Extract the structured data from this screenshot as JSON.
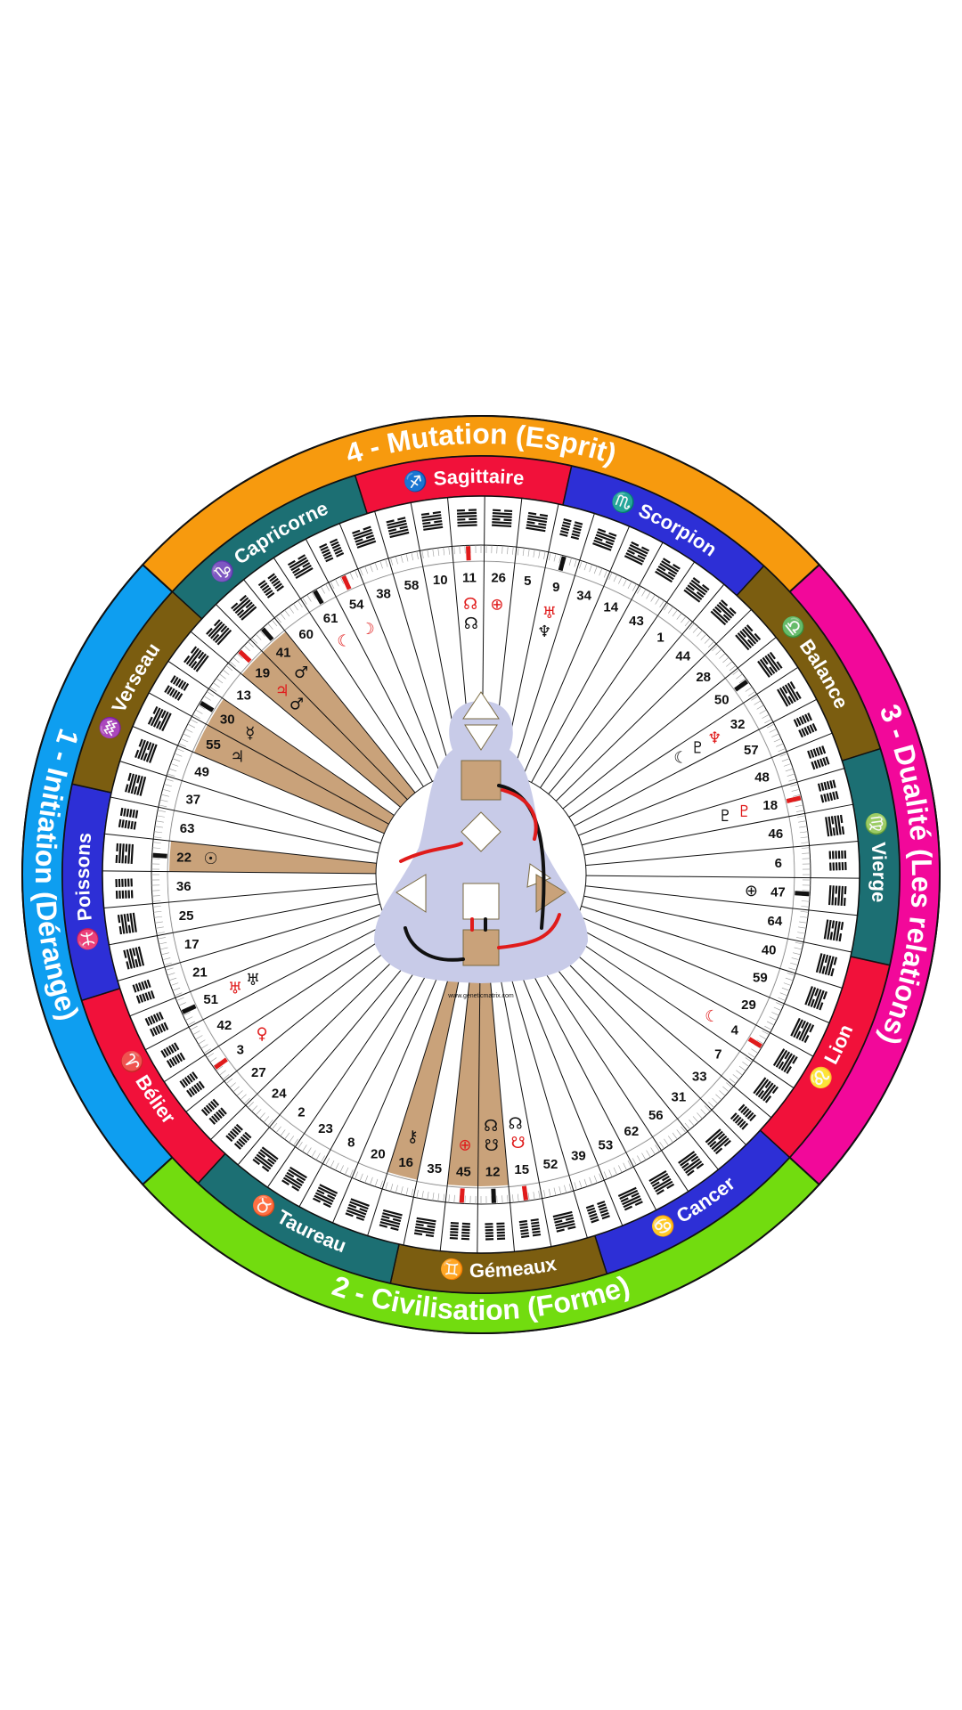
{
  "quarters": [
    {
      "label": "1 - Initiation (Dérange)",
      "color": "#0e9ef0"
    },
    {
      "label": "2 - Civilisation (Forme)",
      "color": "#72dc0f"
    },
    {
      "label": "3 - Dualité (Les relations)",
      "color": "#f2089a"
    },
    {
      "label": "4 - Mutation (Esprit)",
      "color": "#f79a0e"
    }
  ],
  "signs": [
    {
      "name": "Capricorne",
      "symbol": "♑",
      "color": "#1c6f73"
    },
    {
      "name": "Sagittaire",
      "symbol": "♐",
      "color": "#f1113a"
    },
    {
      "name": "Scorpion",
      "symbol": "♏",
      "color": "#2d2fd6"
    },
    {
      "name": "Balance",
      "symbol": "♎",
      "color": "#7b5d10"
    },
    {
      "name": "Vierge",
      "symbol": "♍",
      "color": "#1c6f73"
    },
    {
      "name": "Lion",
      "symbol": "♌",
      "color": "#f1113a"
    },
    {
      "name": "Cancer",
      "symbol": "♋",
      "color": "#2d2fd6"
    },
    {
      "name": "Gémeaux",
      "symbol": "♊",
      "color": "#7b5d10"
    },
    {
      "name": "Taureau",
      "symbol": "♉",
      "color": "#1c6f73"
    },
    {
      "name": "Bélier",
      "symbol": "♈",
      "color": "#f1113a"
    },
    {
      "name": "Poissons",
      "symbol": "♓",
      "color": "#2d2fd6"
    },
    {
      "name": "Verseau",
      "symbol": "♒",
      "color": "#7b5d10"
    }
  ],
  "gates": [
    "10",
    "11",
    "26",
    "5",
    "9",
    "34",
    "14",
    "43",
    "1",
    "44",
    "28",
    "50",
    "32",
    "57",
    "48",
    "18",
    "46",
    "6",
    "47",
    "64",
    "40",
    "59",
    "29",
    "4",
    "7",
    "33",
    "31",
    "56",
    "62",
    "53",
    "39",
    "52",
    "15",
    "12",
    "45",
    "35",
    "16",
    "20",
    "8",
    "23",
    "2",
    "24",
    "27",
    "3",
    "42",
    "51",
    "21",
    "17",
    "25",
    "36",
    "22",
    "63",
    "37",
    "49",
    "55",
    "30",
    "13",
    "19",
    "41",
    "60",
    "61",
    "54",
    "38",
    "58"
  ],
  "highlighted_gates": [
    "19",
    "41",
    "30",
    "55",
    "22",
    "16",
    "45",
    "12"
  ],
  "planet_glyphs": [
    {
      "gate": "19",
      "glyphs": "♃ ♂"
    },
    {
      "gate": "41",
      "glyphs": "♂"
    },
    {
      "gate": "30",
      "glyphs": "☿"
    },
    {
      "gate": "55",
      "glyphs": "♃"
    },
    {
      "gate": "22",
      "glyphs": "☉"
    },
    {
      "gate": "16",
      "glyphs": "⚷"
    },
    {
      "gate": "45",
      "glyphs": "⊕"
    },
    {
      "gate": "12",
      "glyphs": "☋ ☊"
    },
    {
      "gate": "61",
      "glyphs": "☾"
    },
    {
      "gate": "54",
      "glyphs": "☽"
    },
    {
      "gate": "11",
      "glyphs": "☊ ☊"
    },
    {
      "gate": "26",
      "glyphs": "⊕"
    },
    {
      "gate": "9",
      "glyphs": "♅ ♆"
    },
    {
      "gate": "32",
      "glyphs": "♆ ♇ ☾"
    },
    {
      "gate": "18",
      "glyphs": "♇ ♇"
    },
    {
      "gate": "47",
      "glyphs": "⊕"
    },
    {
      "gate": "4",
      "glyphs": "☾"
    },
    {
      "gate": "51",
      "glyphs": "♅ ♅"
    },
    {
      "gate": "3",
      "glyphs": "♀"
    },
    {
      "gate": "15",
      "glyphs": "☋ ☊"
    }
  ],
  "footer_credit": "www.geneticmatrix.com"
}
